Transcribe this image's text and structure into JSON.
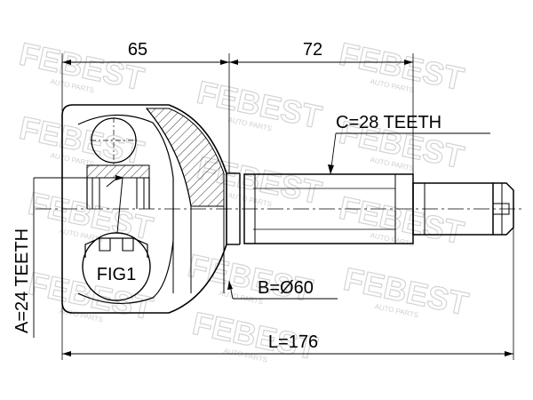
{
  "dimensions": {
    "inner_length": "65",
    "outer_length": "72",
    "total_length": "L=176",
    "outer_spline": "C=28 TEETH",
    "inner_spline": "A=24 TEETH",
    "abs_ring": "B=Ø60"
  },
  "figure_label": "FIG1",
  "watermark": {
    "brand": "FEBEST",
    "sub": "AUTO PARTS"
  },
  "colors": {
    "line": "#000000",
    "watermark": "#d4d4d4"
  }
}
